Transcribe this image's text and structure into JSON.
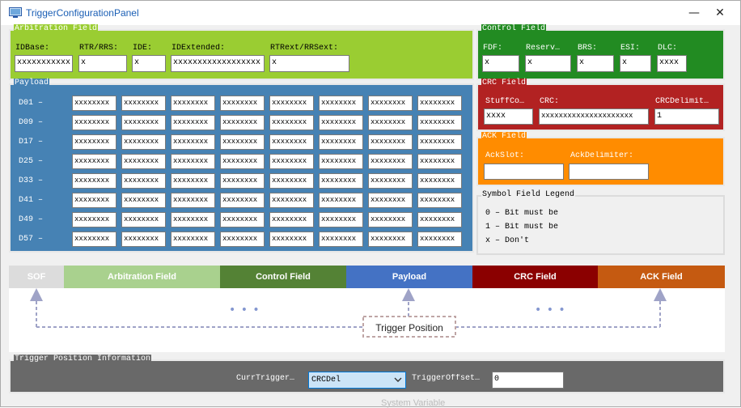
{
  "window": {
    "title": "TriggerConfigurationPanel",
    "minimize": "—",
    "close": "✕"
  },
  "arbitration": {
    "title": "Arbitration Field",
    "fields": [
      {
        "label": "IDBase:",
        "value": "xxxxxxxxxxx"
      },
      {
        "label": "RTR/RRS:",
        "value": "x"
      },
      {
        "label": "IDE:",
        "value": "x"
      },
      {
        "label": "IDExtended:",
        "value": "xxxxxxxxxxxxxxxxxx"
      },
      {
        "label": "RTRext/RRSext:",
        "value": "x"
      }
    ]
  },
  "control": {
    "title": "Control Field",
    "fields": [
      {
        "label": "FDF:",
        "value": "x"
      },
      {
        "label": "Reserv…",
        "value": "x"
      },
      {
        "label": "BRS:",
        "value": "x"
      },
      {
        "label": "ESI:",
        "value": "x"
      },
      {
        "label": "DLC:",
        "value": "xxxx"
      }
    ]
  },
  "payload": {
    "title": "Payload",
    "rows": [
      "D01 –",
      "D09 –",
      "D17 –",
      "D25 –",
      "D33 –",
      "D41 –",
      "D49 –",
      "D57 –"
    ],
    "cell_value": "xxxxxxxx"
  },
  "crc": {
    "title": "CRC Field",
    "fields": [
      {
        "label": "StuffCo…",
        "value": "xxxx"
      },
      {
        "label": "CRC:",
        "value": "xxxxxxxxxxxxxxxxxxxxx"
      },
      {
        "label": "CRCDelimit…",
        "value": "1"
      }
    ]
  },
  "ack": {
    "title": "ACK Field",
    "fields": [
      {
        "label": "AckSlot:",
        "value": ""
      },
      {
        "label": "AckDelimiter:",
        "value": ""
      }
    ]
  },
  "legend": {
    "title": "Symbol Field Legend",
    "items": [
      "0 – Bit must be",
      "1 – Bit must be",
      "x – Don't"
    ]
  },
  "frame_bar": {
    "segments": [
      {
        "label": "SOF",
        "color": "#dcdcdc"
      },
      {
        "label": "Arbitration Field",
        "color": "#a9d18e"
      },
      {
        "label": "Control Field",
        "color": "#548235"
      },
      {
        "label": "Payload",
        "color": "#4472c4"
      },
      {
        "label": "CRC Field",
        "color": "#8b0000"
      },
      {
        "label": "ACK Field",
        "color": "#c55a11"
      }
    ],
    "dots_left": "• • •",
    "dots_right": "• • •",
    "trigger_position_label": "Trigger Position"
  },
  "trigger_info": {
    "title": "Trigger Position Information",
    "curr_trigger_label": "CurrTrigger…",
    "curr_trigger_value": "CRCDel",
    "offset_label": "TriggerOffset…",
    "offset_value": "0"
  },
  "footer_partial": "System Variable",
  "colors": {
    "arbitration": "#9acd32",
    "control": "#228b22",
    "payload": "#4682b4",
    "crc": "#b22222",
    "ack": "#ff8c00",
    "trigger_info": "#696969"
  }
}
